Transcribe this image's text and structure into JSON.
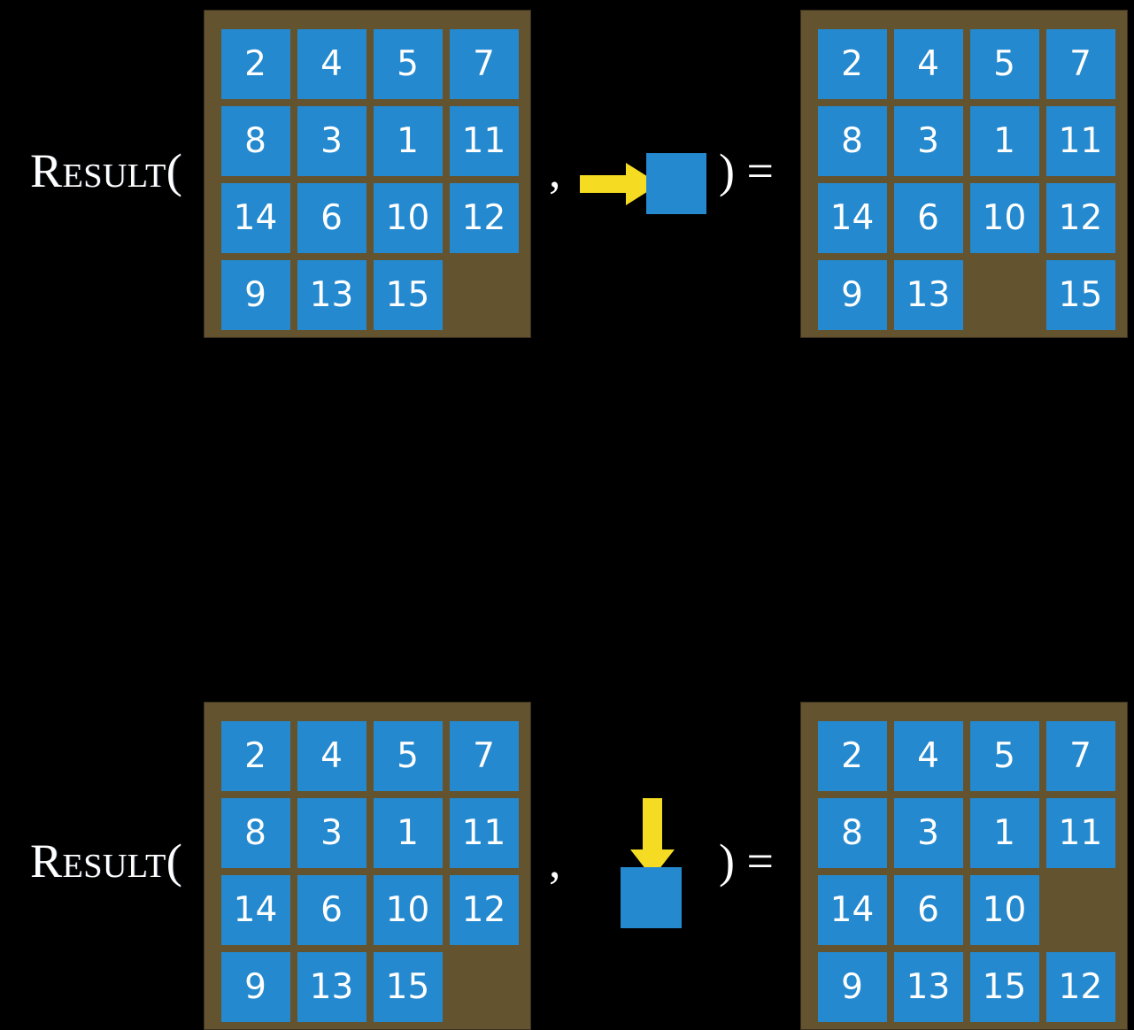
{
  "slide": {
    "background_color": "#000000",
    "board_color": "#64532F",
    "tile_color": "#2489CE",
    "tile_text_color": "#FFFFFF",
    "arrow_color": "#F5DC23",
    "text_color": "#FFFFFF"
  },
  "rows": [
    {
      "id": "equation-row-1",
      "label": "Result(",
      "comma": ",",
      "close_equals": ") =",
      "action": {
        "icon": "arrow-right-icon",
        "direction": "right",
        "description": "move blank right"
      },
      "input_board": {
        "title": "input-state-row-1",
        "grid": [
          [
            "2",
            "4",
            "5",
            "7"
          ],
          [
            "8",
            "3",
            "1",
            "11"
          ],
          [
            "14",
            "6",
            "10",
            "12"
          ],
          [
            "9",
            "13",
            "15",
            ""
          ]
        ]
      },
      "output_board": {
        "title": "output-state-row-1",
        "grid": [
          [
            "2",
            "4",
            "5",
            "7"
          ],
          [
            "8",
            "3",
            "1",
            "11"
          ],
          [
            "14",
            "6",
            "10",
            "12"
          ],
          [
            "9",
            "13",
            "",
            "15"
          ]
        ]
      }
    },
    {
      "id": "equation-row-2",
      "label": "Result(",
      "comma": ",",
      "close_equals": ") =",
      "action": {
        "icon": "arrow-down-icon",
        "direction": "down",
        "description": "move blank down"
      },
      "input_board": {
        "title": "input-state-row-2",
        "grid": [
          [
            "2",
            "4",
            "5",
            "7"
          ],
          [
            "8",
            "3",
            "1",
            "11"
          ],
          [
            "14",
            "6",
            "10",
            "12"
          ],
          [
            "9",
            "13",
            "15",
            ""
          ]
        ]
      },
      "output_board": {
        "title": "output-state-row-2",
        "grid": [
          [
            "2",
            "4",
            "5",
            "7"
          ],
          [
            "8",
            "3",
            "1",
            "11"
          ],
          [
            "14",
            "6",
            "10",
            ""
          ],
          [
            "9",
            "13",
            "15",
            "12"
          ]
        ]
      }
    }
  ]
}
